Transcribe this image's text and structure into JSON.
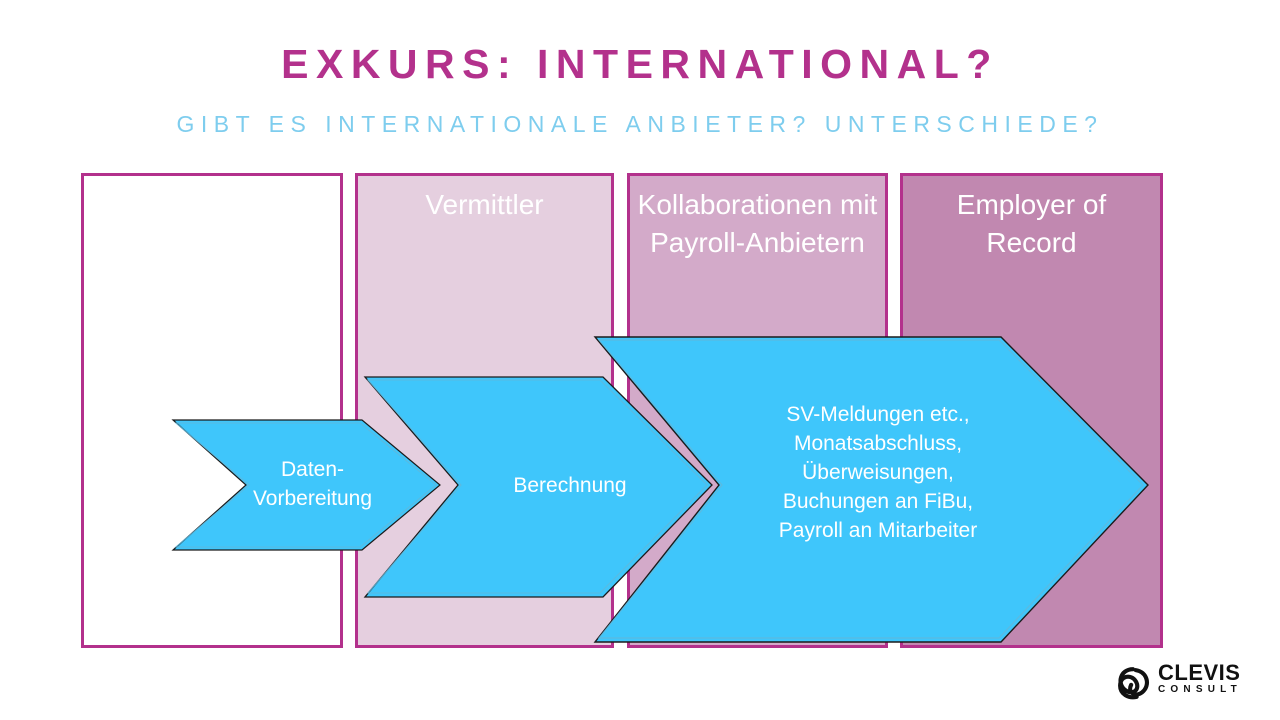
{
  "slide": {
    "title": "EXKURS: INTERNATIONAL?",
    "subtitle": "GIBT ES INTERNATIONALE ANBIETER? UNTERSCHIEDE?",
    "background_color": "#ffffff"
  },
  "colors": {
    "title_magenta": "#b3318c",
    "subtitle_blue": "#7ecdee",
    "chevron_blue": "#3fc6fb",
    "chevron_outline": "#1a1a1a",
    "box_border": "#b3318c",
    "col1_fill": "#ffffff",
    "col2_fill": "#e5cfdf",
    "col3_fill": "#d3aac9",
    "col4_fill": "#c188b0",
    "header_text": "#ffffff"
  },
  "columns": [
    {
      "id": "col-1",
      "header": "",
      "fill": "#ffffff"
    },
    {
      "id": "col-2",
      "header": "Vermittler",
      "fill": "#e5cfdf"
    },
    {
      "id": "col-3",
      "header": "Kollaborationen mit Payroll-Anbietern",
      "fill": "#d3aac9"
    },
    {
      "id": "col-4",
      "header": "Employer of Record",
      "fill": "#c188b0"
    }
  ],
  "chevrons": [
    {
      "id": "chevron-1",
      "label": "Daten-\nVorbereitung",
      "label_lines": [
        "Daten-",
        "Vorbereitung"
      ]
    },
    {
      "id": "chevron-2",
      "label": "Berechnung",
      "label_lines": [
        "Berechnung"
      ]
    },
    {
      "id": "chevron-3",
      "label": "SV-Meldungen etc., Monatsabschluss, Überweisungen, Buchungen an FiBu, Payroll an Mitarbeiter",
      "label_lines": [
        "SV-Meldungen etc.,",
        "Monatsabschluss,",
        "Überweisungen,",
        "Buchungen an FiBu,",
        "Payroll an Mitarbeiter"
      ]
    }
  ],
  "logo": {
    "name": "CLEVIS",
    "tagline": "CONSULT",
    "mark": "triquetra-knot-icon"
  }
}
